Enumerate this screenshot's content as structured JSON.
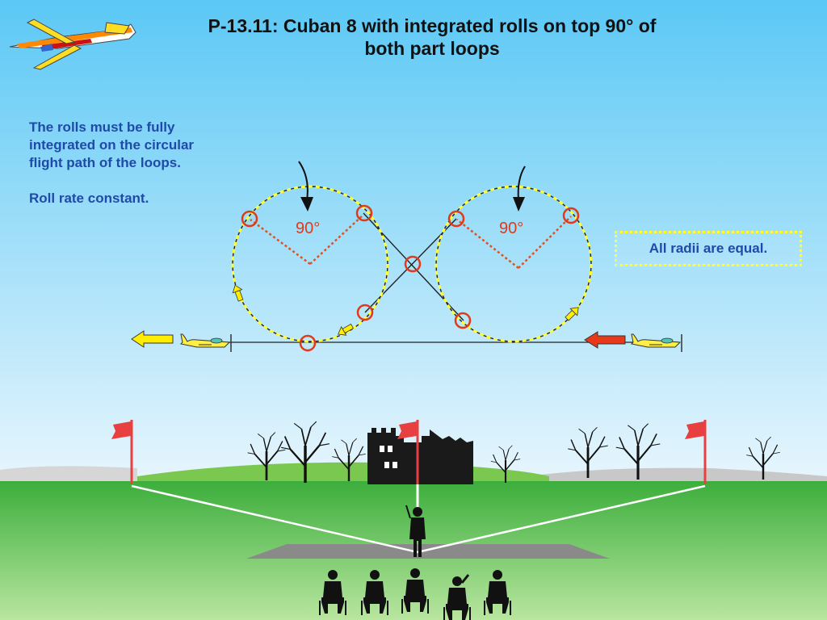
{
  "title": {
    "line1": "P-13.11: Cuban 8 with integrated rolls on top 90° of",
    "line2": "both part loops"
  },
  "notes": {
    "rolls_integrated": "The rolls must be fully integrated on the circular flight path of the loops.",
    "roll_rate": "Roll rate constant."
  },
  "callout": {
    "radii_equal": "All radii are equal."
  },
  "angle_labels": {
    "left": "90°",
    "right": "90°"
  },
  "colors": {
    "sky_top": "#5bc8f5",
    "sky_bottom": "#e8f6fd",
    "grass_top": "#3cae3c",
    "grass_bottom": "#b9e6a0",
    "text_blue": "#1f4aa8",
    "marker_red": "#e03a1a",
    "path_yellow": "#ffff33",
    "arrow_yellow": "#ffee00",
    "arrow_red": "#e8381a",
    "flag_red": "#e84040"
  },
  "icons": {
    "logo": "aerobatic-plane-icon",
    "plane": "small-plane-icon",
    "arrow": "direction-arrow-icon",
    "flag": "flag-icon",
    "tree": "tree-icon",
    "castle": "castle-ruin-icon",
    "pilot": "pilot-silhouette-icon",
    "judge": "judge-silhouette-icon"
  }
}
